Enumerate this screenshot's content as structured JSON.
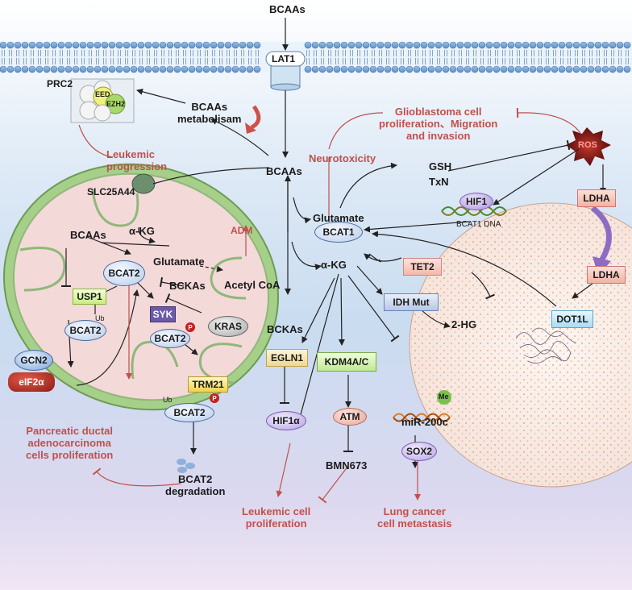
{
  "membrane": {
    "transporter": "LAT1",
    "substrate_top": "BCAAs"
  },
  "prc2": {
    "label": "PRC2",
    "subunit_1": "EED",
    "subunit_2": "EZH2"
  },
  "labels": {
    "bcaas_metabolism": "BCAAs\nmetabolisam",
    "leukemic_progression": "Leukemic\nprogression",
    "bcaas_center": "BCAAs",
    "slc": "SLC25A44",
    "neurotoxicity": "Neurotoxicity",
    "glioblastoma": "Glioblastoma cell\nproliferation、Migration\nand invasion",
    "ros": "ROS",
    "gsh": "GSH",
    "txn": "TxN",
    "hif1": "HIF1",
    "bcat1_dna": "BCAT1 DNA",
    "glutamate_center": "Glutamate",
    "ldha_top": "LDHA",
    "ldha_nucleus": "LDHA",
    "dot1l": "DOT1L",
    "bcat1": "BCAT1",
    "tet2": "TET2",
    "akg_center": "α-KG",
    "idh_mut": "IDH Mut",
    "two_hg": "2-HG",
    "bckas_center": "BCKAs",
    "egln1": "EGLN1",
    "hif1a": "HIF1α",
    "kdm4": "KDM4A/C",
    "atm": "ATM",
    "bmn673": "BMN673",
    "mir200c": "miR-200c",
    "me": "Me",
    "sox2": "SOX2",
    "leukemic_prolif": "Leukemic cell\nproliferation",
    "lung_cancer": "Lung cancer\ncell metastasis",
    "mito_bcaas": "BCAAs",
    "mito_akg": "α-KG",
    "mito_glutamate": "Glutamate",
    "adm": "ADM",
    "bckas_mito": "BCKAs",
    "acetyl_coa": "Acetyl CoA",
    "bcat2_main": "BCAT2",
    "usp1": "USP1",
    "ub_1": "Ub",
    "bcat2_ub": "BCAT2",
    "syk": "SYK",
    "kras": "KRAS",
    "bcat2_p": "BCAT2",
    "p_1": "P",
    "gcn2": "GCN2",
    "eif2a": "eIF2α",
    "trm21": "TRM21",
    "ub_2": "Ub",
    "p_2": "P",
    "bcat2_deg_node": "BCAT2",
    "pancreatic": "Pancreatic ductal\nadenocarcinoma\ncells proliferation",
    "bcat2_degradation": "BCAT2\ndegradation"
  },
  "colors": {
    "red_text": "#c0504d",
    "arrow": "#222222",
    "mito_fill": "#f3d6d6",
    "nucleus_dot": "#e08a55"
  }
}
